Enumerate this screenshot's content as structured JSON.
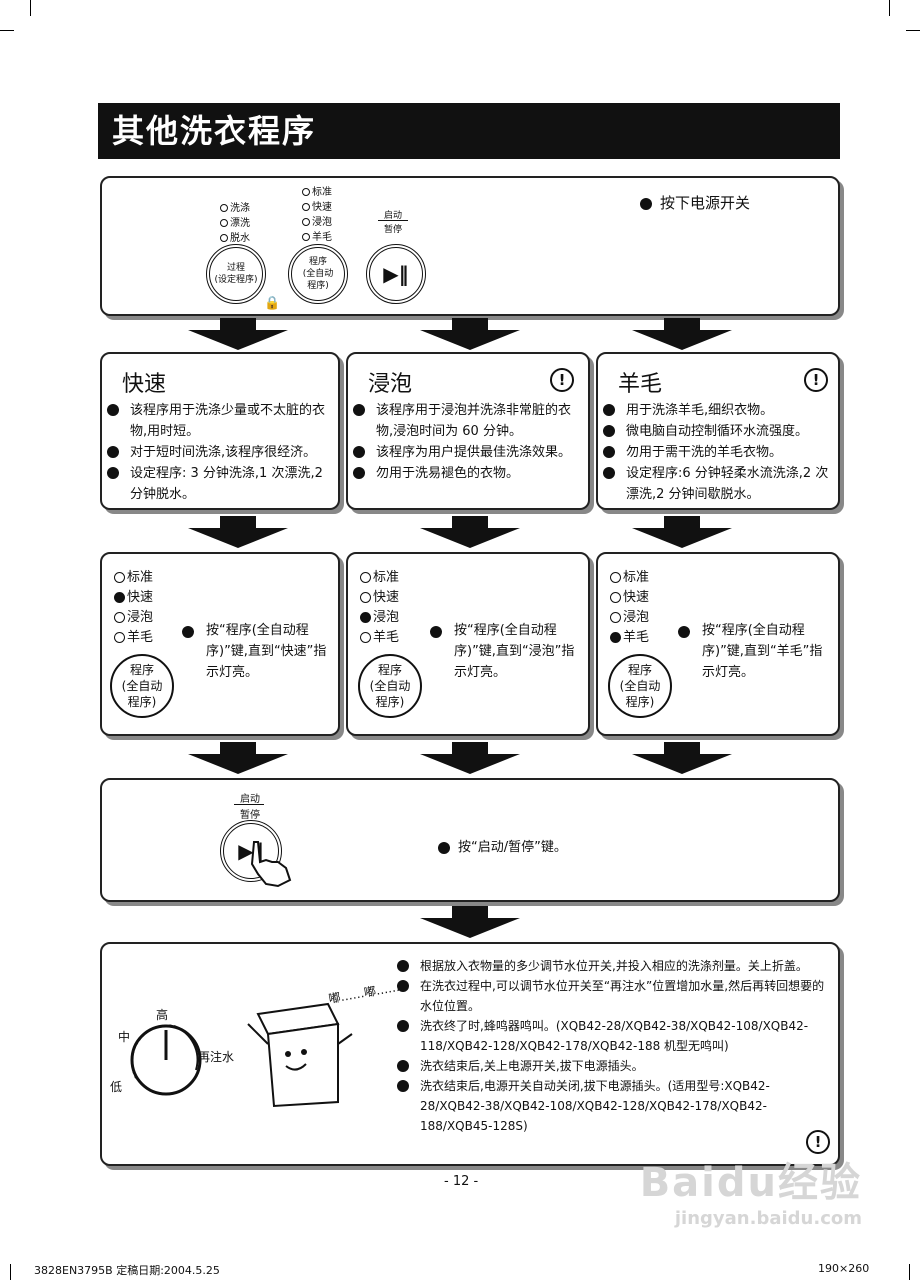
{
  "title": "其他洗衣程序",
  "panel": {
    "process_indicators": [
      "洗涤",
      "漂洗",
      "脱水"
    ],
    "program_indicators": [
      "标准",
      "快速",
      "浸泡",
      "羊毛"
    ],
    "process_button": [
      "过程",
      "(设定程序)"
    ],
    "program_button": [
      "程序",
      "(全自动",
      "程序)"
    ],
    "start_label": "启动",
    "pause_label": "暂停",
    "step1": "按下电源开关"
  },
  "programs": [
    {
      "name": "快速",
      "warn": false,
      "items": [
        "该程序用于洗涤少量或不太脏的衣物,用时短。",
        "对于短时间洗涤,该程序很经济。",
        "设定程序: 3 分钟洗涤,1 次漂洗,2 分钟脱水。"
      ]
    },
    {
      "name": "浸泡",
      "warn": true,
      "items": [
        "该程序用于浸泡并洗涤非常脏的衣物,浸泡时间为 60 分钟。",
        "该程序为用户提供最佳洗涤效果。",
        "勿用于洗易褪色的衣物。"
      ]
    },
    {
      "name": "羊毛",
      "warn": true,
      "items": [
        "用于洗涤羊毛,细织衣物。",
        "微电脑自动控制循环水流强度。",
        "勿用于需干洗的羊毛衣物。",
        "设定程序:6 分钟轻柔水流洗涤,2 次漂洗,2 分钟间歇脱水。"
      ]
    }
  ],
  "selectors": [
    {
      "labels": [
        "标准",
        "快速",
        "浸泡",
        "羊毛"
      ],
      "active": 1,
      "text": "按“程序(全自动程序)”键,直到“快速”指示灯亮。"
    },
    {
      "labels": [
        "标准",
        "快速",
        "浸泡",
        "羊毛"
      ],
      "active": 2,
      "text": "按“程序(全自动程序)”键,直到“浸泡”指示灯亮。"
    },
    {
      "labels": [
        "标准",
        "快速",
        "浸泡",
        "羊毛"
      ],
      "active": 3,
      "text": "按“程序(全自动程序)”键,直到“羊毛”指示灯亮。"
    }
  ],
  "selector_button": [
    "程序",
    "(全自动",
    "程序)"
  ],
  "start_step": {
    "start_label": "启动",
    "pause_label": "暂停",
    "text": "按“启动/暂停”键。"
  },
  "final": {
    "dial": {
      "high": "高",
      "mid": "中",
      "low": "低",
      "refill": "再注水"
    },
    "sound": "嘟……嘟……",
    "items": [
      "根据放入衣物量的多少调节水位开关,并投入相应的洗涤剂量。关上折盖。",
      "在洗衣过程中,可以调节水位开关至“再注水”位置增加水量,然后再转回想要的水位位置。",
      "洗衣终了时,蜂鸣器鸣叫。(XQB42-28/XQB42-38/XQB42-108/XQB42-118/XQB42-128/XQB42-178/XQB42-188 机型无鸣叫)",
      "洗衣结束后,关上电源开关,拔下电源插头。",
      "洗衣结束后,电源开关自动关闭,拔下电源插头。(适用型号:XQB42-28/XQB42-38/XQB42-108/XQB42-128/XQB42-178/XQB42-188/XQB45-128S)"
    ]
  },
  "page_number": "- 12 -",
  "footer_left": "3828EN3795B  定稿日期:2004.5.25",
  "footer_right": "190×260",
  "watermark": {
    "brand": "Baidu经验",
    "url": "jingyan.baidu.com"
  }
}
